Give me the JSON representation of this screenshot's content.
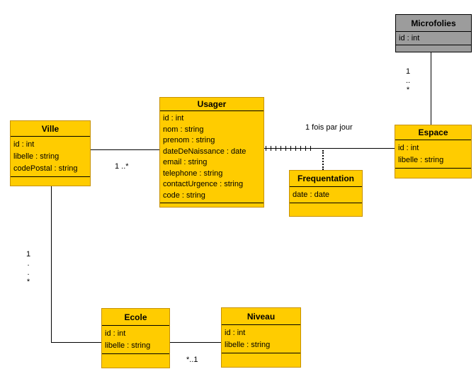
{
  "colors": {
    "class_fill": "#FFCC00",
    "class_border": "#C79100",
    "package_fill": "#9C9C9C",
    "package_border": "#000000",
    "line": "#000000"
  },
  "classes": {
    "microfolies": {
      "name": "Microfolies",
      "attributes": [
        "id : int"
      ]
    },
    "usager": {
      "name": "Usager",
      "attributes": [
        "id : int",
        "nom : string",
        "prenom : string",
        "dateDeNaissance : date",
        "email : string",
        "telephone : string",
        "contactUrgence : string",
        "code : string"
      ]
    },
    "ville": {
      "name": "Ville",
      "attributes": [
        "id : int",
        "libelle : string",
        "codePostal : string"
      ]
    },
    "espace": {
      "name": "Espace",
      "attributes": [
        "id : int",
        "libelle : string"
      ]
    },
    "frequentation": {
      "name": "Frequentation",
      "attributes": [
        "date : date"
      ]
    },
    "ecole": {
      "name": "Ecole",
      "attributes": [
        "id : int",
        "libelle : string"
      ]
    },
    "niveau": {
      "name": "Niveau",
      "attributes": [
        "id : int",
        "libelle : string"
      ]
    }
  },
  "labels": {
    "ville_usager_multiplicity": "1 ..*",
    "usager_espace_label": "1 fois par jour",
    "microfolies_espace_multiplicity": [
      "1",
      "..",
      "*"
    ],
    "ville_ecole_multiplicity": [
      "1",
      ".",
      ".",
      "*"
    ],
    "ecole_niveau_multiplicity": "*..1"
  }
}
